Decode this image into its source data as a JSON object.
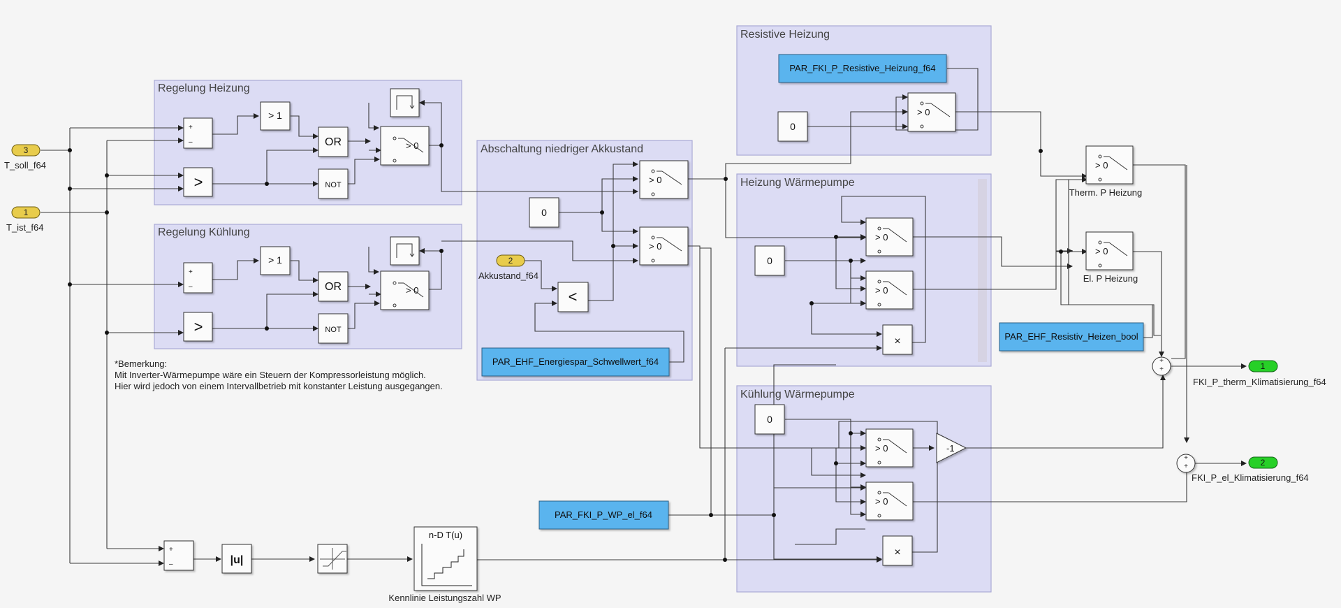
{
  "subsystems": {
    "regelung_heizung": "Regelung Heizung",
    "regelung_kuehlung": "Regelung Kühlung",
    "abschaltung": "Abschaltung niedriger Akkustand",
    "resistive_heizung": "Resistive Heizung",
    "heizung_wp": "Heizung Wärmepumpe",
    "kuehlung_wp": "Kühlung Wärmepumpe"
  },
  "inports": {
    "t_soll": {
      "number": "3",
      "name": "T_soll_f64"
    },
    "t_ist": {
      "number": "1",
      "name": "T_ist_f64"
    },
    "akkustand": {
      "number": "2",
      "name": "Akkustand_f64"
    }
  },
  "outports": {
    "therm": {
      "number": "1",
      "name": "FKI_P_therm_Klimatisierung_f64"
    },
    "el": {
      "number": "2",
      "name": "FKI_P_el_Klimatisierung_f64"
    }
  },
  "constants": {
    "par_resistive": "PAR_FKI_P_Resistive_Heizung_f64",
    "par_schwellwert": "PAR_EHF_Energiespar_Schwellwert_f64",
    "par_resistiv_bool": "PAR_EHF_Resistiv_Heizen_bool",
    "par_wp_el": "PAR_FKI_P_WP_el_f64",
    "zero": "0"
  },
  "blocks": {
    "switch_label": "> 0",
    "gt1": "> 1",
    "or": "OR",
    "not": "NOT",
    "greater": ">",
    "less": "<",
    "gain": "-1",
    "abs": "|u|",
    "lookup_title": "n-D T(u)",
    "multiply": "×",
    "plus": "+",
    "minus": "–"
  },
  "block_labels": {
    "therm_p_heizung": "Therm. P Heizung",
    "el_p_heizung": "El. P Heizung",
    "kennlinie": "Kennlinie Leistungszahl WP"
  },
  "annotation": {
    "line1": "*Bemerkung:",
    "line2": "Mit Inverter-Wärmepumpe wäre ein Steuern der Kompressorleistung möglich.",
    "line3": "Hier wird jedoch von einem Intervallbetrieb mit konstanter Leistung ausgegangen."
  },
  "colors": {
    "subsystem_fill": "#dcdcf4",
    "subsystem_stroke": "#a9a9d6",
    "constant_fill": "#5ab4ee",
    "inport_fill": "#e8cc4c",
    "outport_fill": "#27d027",
    "line": "#3a3a3a"
  }
}
